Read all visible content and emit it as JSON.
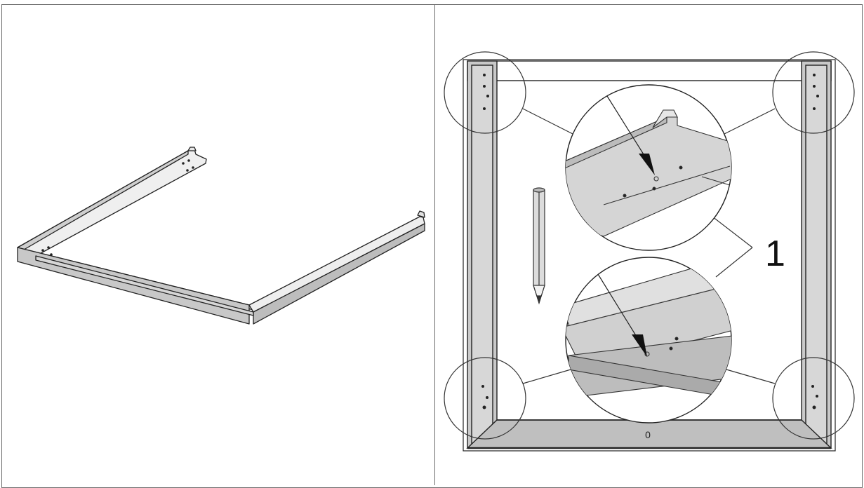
{
  "panels": {
    "left": {
      "name": "u-shaped-base-frame"
    },
    "right": {
      "name": "frame-top-view-with-detail-callouts"
    }
  },
  "labels": {
    "callout_number": "1",
    "bottom_marker": "0"
  }
}
